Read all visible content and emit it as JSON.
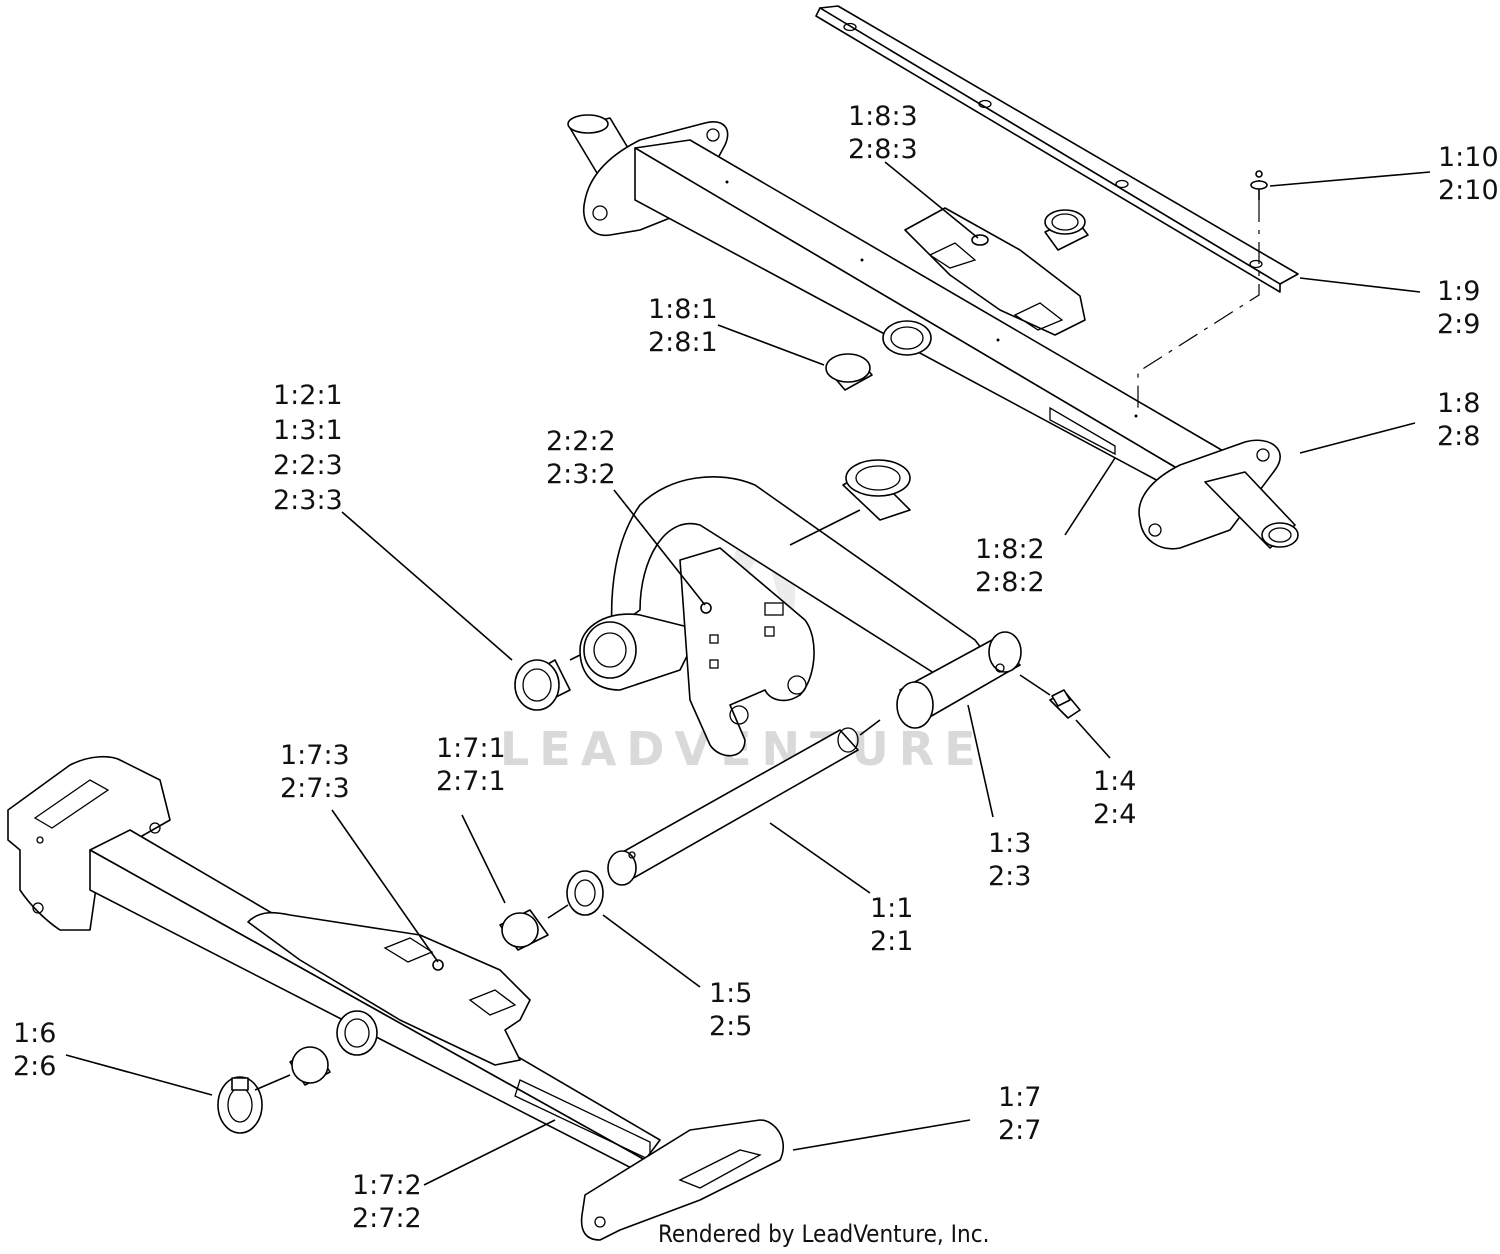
{
  "labels": [
    {
      "id": "1-10",
      "lines": [
        "1:10",
        "2:10"
      ]
    },
    {
      "id": "1-9",
      "lines": [
        "1:9",
        "2:9"
      ]
    },
    {
      "id": "1-8-3",
      "lines": [
        "1:8:3",
        "2:8:3"
      ]
    },
    {
      "id": "1-8-1",
      "lines": [
        "1:8:1",
        "2:8:1"
      ]
    },
    {
      "id": "1-8",
      "lines": [
        "1:8",
        "2:8"
      ]
    },
    {
      "id": "1-8-2",
      "lines": [
        "1:8:2",
        "2:8:2"
      ]
    },
    {
      "id": "1-2-1",
      "lines": [
        "1:2:1",
        "1:3:1",
        "2:2:3",
        "2:3:3"
      ]
    },
    {
      "id": "2-2-2",
      "lines": [
        "2:2:2",
        "2:3:2"
      ]
    },
    {
      "id": "1-4",
      "lines": [
        "1:4",
        "2:4"
      ]
    },
    {
      "id": "1-3",
      "lines": [
        "1:3",
        "2:3"
      ]
    },
    {
      "id": "1-7-3",
      "lines": [
        "1:7:3",
        "2:7:3"
      ]
    },
    {
      "id": "1-7-1",
      "lines": [
        "1:7:1",
        "2:7:1"
      ]
    },
    {
      "id": "1-1",
      "lines": [
        "1:1",
        "2:1"
      ]
    },
    {
      "id": "1-5",
      "lines": [
        "1:5",
        "2:5"
      ]
    },
    {
      "id": "1-6",
      "lines": [
        "1:6",
        "2:6"
      ]
    },
    {
      "id": "1-7",
      "lines": [
        "1:7",
        "2:7"
      ]
    },
    {
      "id": "1-7-2",
      "lines": [
        "1:7:2",
        "2:7:2"
      ]
    }
  ],
  "watermark": "LEADVENTURE",
  "footer": "Rendered by LeadVenture, Inc."
}
